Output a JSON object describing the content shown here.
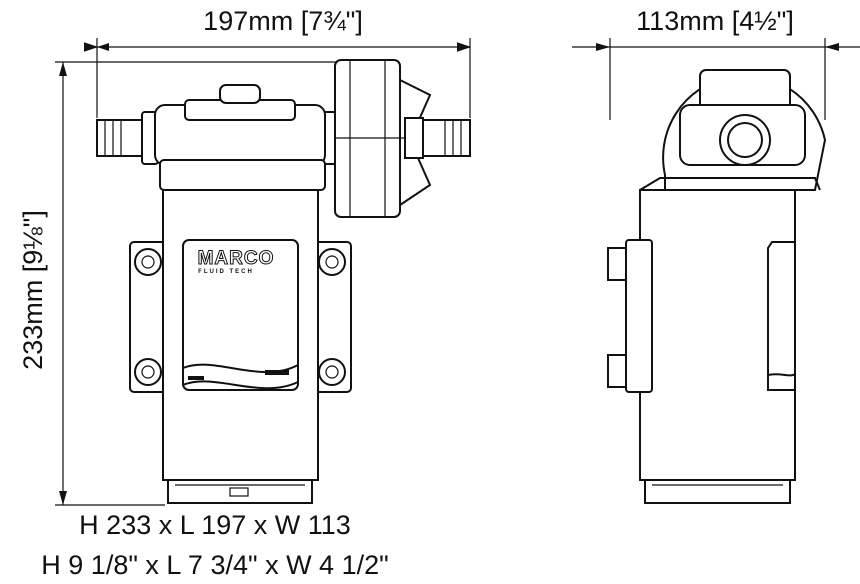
{
  "dimensions": {
    "length": "197mm [7¾\"]",
    "width": "113mm [4½\"]",
    "height": "233mm [9⅛\"]"
  },
  "logo": {
    "brand": "MARCO",
    "sub": "FLUID TECH"
  },
  "summary": {
    "metric": "H 233 x L 197 x W 113",
    "imperial": "H 9 1/8\" x L 7 3/4\" x W 4 1/2\""
  }
}
